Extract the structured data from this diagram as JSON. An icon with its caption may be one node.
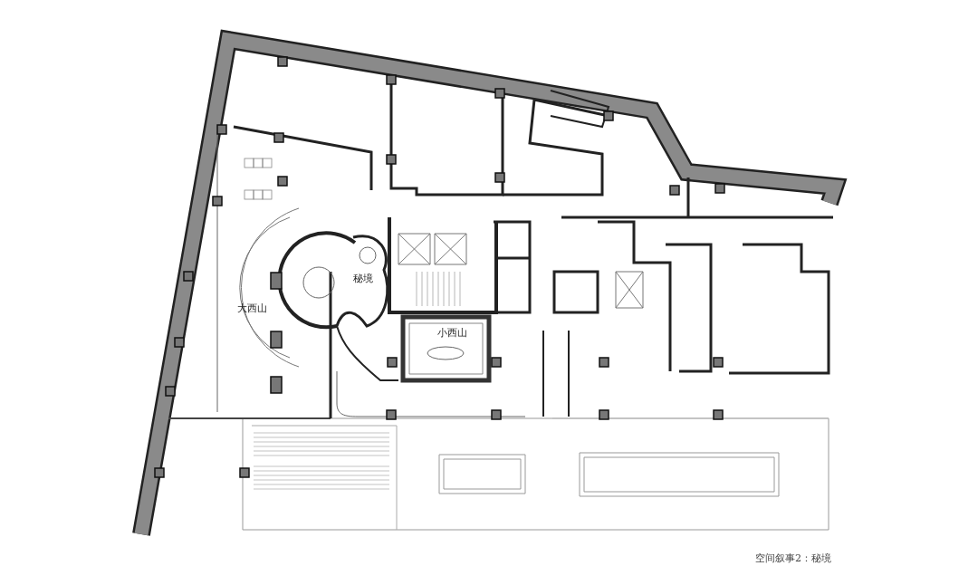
{
  "diagram": {
    "caption": "空间叙事2：秘境",
    "labels": [
      "秘境",
      "大西山",
      "小西山"
    ]
  }
}
